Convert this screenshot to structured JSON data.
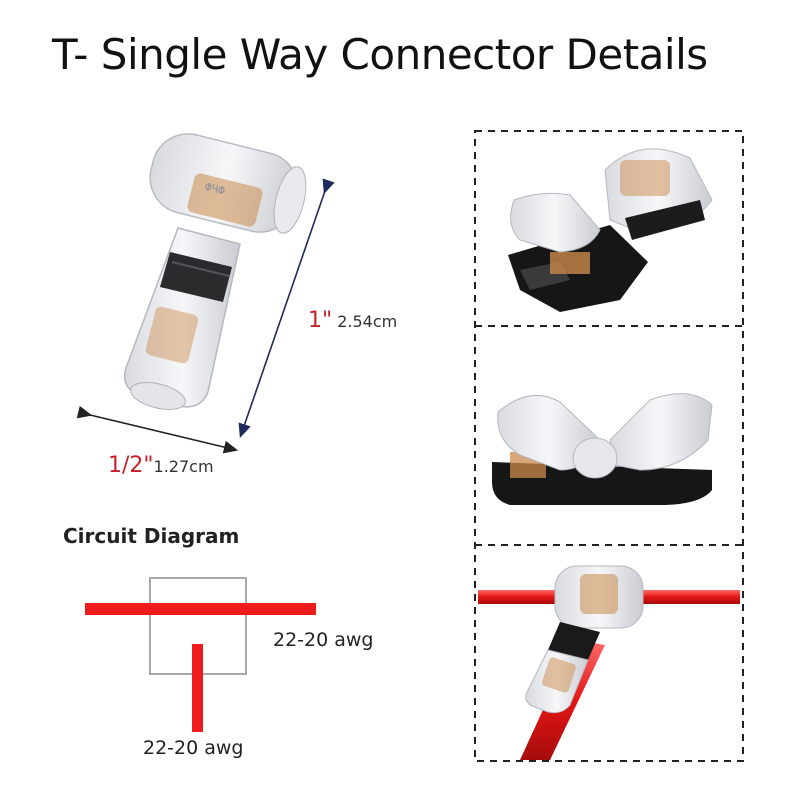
{
  "title": "T- Single Way Connector Details",
  "dimensions": {
    "height_inch": "1\"",
    "height_cm": "2.54cm",
    "width_inch": "1/2\"",
    "width_cm": "1.27cm"
  },
  "circuit": {
    "heading": "Circuit Diagram",
    "main_wire_label": "22-20 awg",
    "branch_wire_label": "22-20 awg",
    "wire_color": "#ee1c1c"
  },
  "photos": [
    "connector-open-angled-photo",
    "connector-open-side-photo",
    "connector-with-wires-photo"
  ]
}
